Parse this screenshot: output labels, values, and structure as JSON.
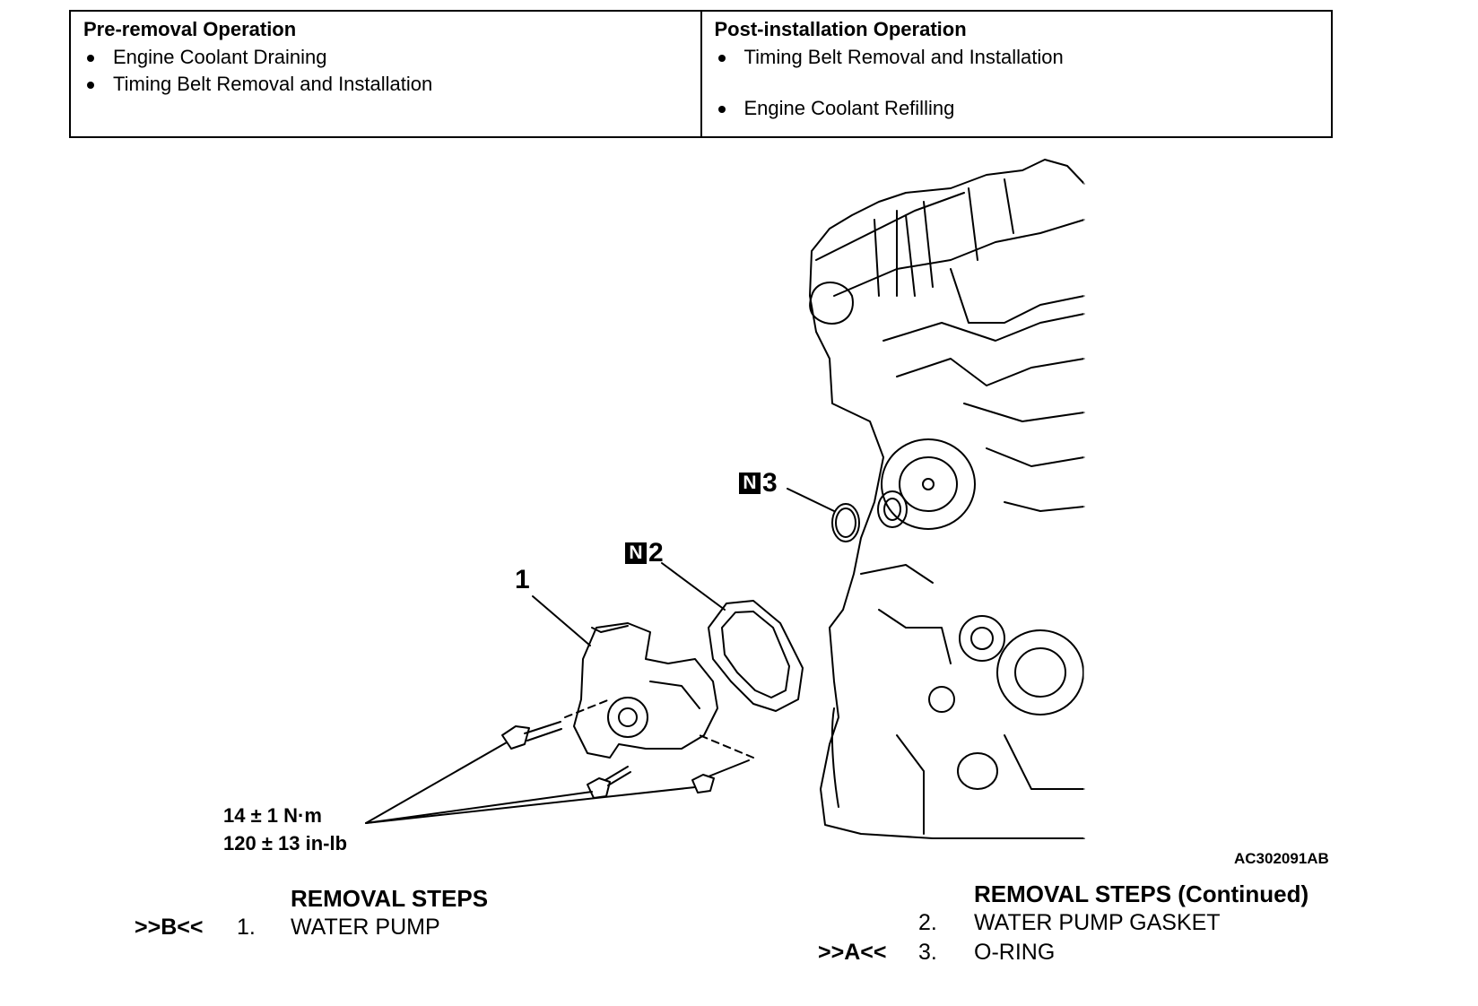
{
  "operations": {
    "pre": {
      "title": "Pre-removal Operation",
      "items": [
        "Engine Coolant Draining",
        "Timing Belt Removal and Installation"
      ]
    },
    "post": {
      "title": "Post-installation Operation",
      "items": [
        "Timing Belt Removal and Installation",
        "Engine Coolant Refilling"
      ]
    }
  },
  "callouts": {
    "part1": "1",
    "part2_badge": "N",
    "part2": "2",
    "part3_badge": "N",
    "part3": "3"
  },
  "torque": {
    "metric": "14 ± 1 N·m",
    "imperial": "120 ± 13 in-lb"
  },
  "figure_code": "AC302091AB",
  "removal_steps": {
    "heading": "REMOVAL STEPS",
    "continued_heading": "REMOVAL STEPS  (Continued)",
    "steps": [
      {
        "ref": ">>B<<",
        "num": "1.",
        "text": "WATER PUMP"
      },
      {
        "ref": "",
        "num": "2.",
        "text": "WATER PUMP GASKET"
      },
      {
        "ref": ">>A<<",
        "num": "3.",
        "text": "O-RING"
      }
    ]
  }
}
